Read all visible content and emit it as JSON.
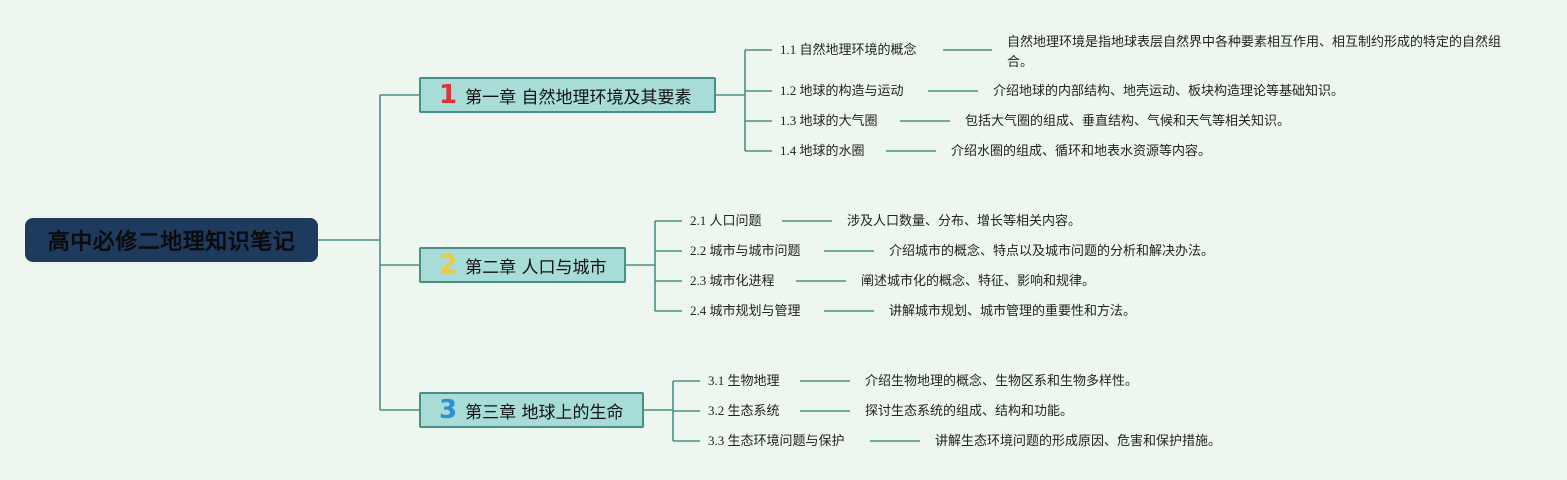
{
  "root": {
    "title": "高中必修二地理知识笔记"
  },
  "colors": {
    "background": "#edf7ef",
    "root_fill": "#1f3a5f",
    "chapter_fill": "#a8dcd6",
    "chapter_border": "#4a8f87",
    "line": "#4a8f87"
  },
  "chapters": [
    {
      "number": "1",
      "number_color": "#e0303a",
      "title": "第一章 自然地理环境及其要素",
      "sections": [
        {
          "label": "1.1 自然地理环境的概念",
          "desc": "自然地理环境是指地球表层自然界中各种要素相互作用、相互制约形成的特定的自然组合。"
        },
        {
          "label": "1.2 地球的构造与运动",
          "desc": "介绍地球的内部结构、地壳运动、板块构造理论等基础知识。"
        },
        {
          "label": "1.3 地球的大气圈",
          "desc": "包括大气圈的组成、垂直结构、气候和天气等相关知识。"
        },
        {
          "label": "1.4 地球的水圈",
          "desc": "介绍水圈的组成、循环和地表水资源等内容。"
        }
      ]
    },
    {
      "number": "2",
      "number_color": "#f0c93c",
      "title": "第二章 人口与城市",
      "sections": [
        {
          "label": "2.1 人口问题",
          "desc": "涉及人口数量、分布、增长等相关内容。"
        },
        {
          "label": "2.2 城市与城市问题",
          "desc": "介绍城市的概念、特点以及城市问题的分析和解决办法。"
        },
        {
          "label": "2.3 城市化进程",
          "desc": "阐述城市化的概念、特征、影响和规律。"
        },
        {
          "label": "2.4 城市规划与管理",
          "desc": "讲解城市规划、城市管理的重要性和方法。"
        }
      ]
    },
    {
      "number": "3",
      "number_color": "#2f8fd6",
      "title": "第三章 地球上的生命",
      "sections": [
        {
          "label": "3.1 生物地理",
          "desc": "介绍生物地理的概念、生物区系和生物多样性。"
        },
        {
          "label": "3.2 生态系统",
          "desc": "探讨生态系统的组成、结构和功能。"
        },
        {
          "label": "3.3 生态环境问题与保护",
          "desc": "讲解生态环境问题的形成原因、危害和保护措施。"
        }
      ]
    }
  ]
}
